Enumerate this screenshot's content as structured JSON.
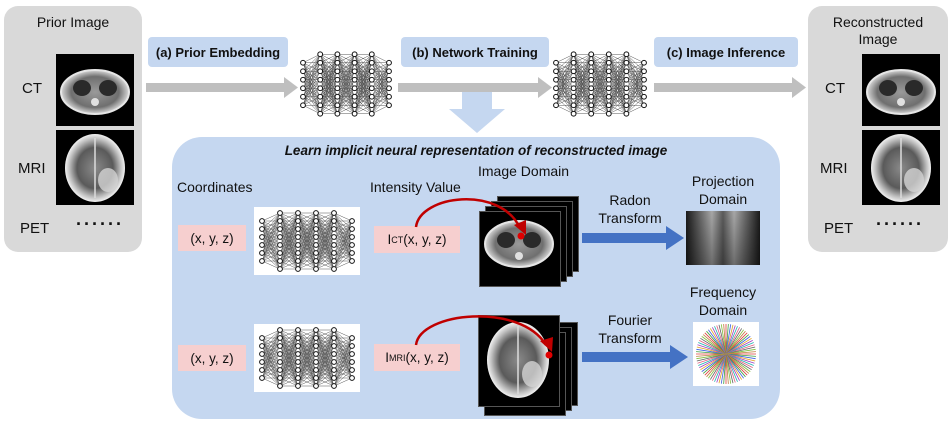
{
  "left_panel": {
    "title": "Prior Image",
    "modalities": [
      "CT",
      "MRI",
      "PET"
    ],
    "more": "······"
  },
  "right_panel": {
    "title_line1": "Reconstructed",
    "title_line2": "Image",
    "modalities": [
      "CT",
      "MRI",
      "PET"
    ],
    "more": "······"
  },
  "stages": {
    "a": "(a) Prior Embedding",
    "b": "(b) Network Training",
    "c": "(c) Image Inference"
  },
  "main_panel": {
    "title": "Learn implicit neural representation of  reconstructed image",
    "coordinates_label": "Coordinates",
    "intensity_label": "Intensity Value",
    "image_domain_label": "Image Domain",
    "row1": {
      "input": "(x, y, z)",
      "output_prefix": "I",
      "output_sub": "CT",
      "output_suffix": "(x, y, z)",
      "transform_line1": "Radon",
      "transform_line2": "Transform",
      "domain_line1": "Projection",
      "domain_line2": "Domain"
    },
    "row2": {
      "input": "(x, y, z)",
      "output_prefix": "I",
      "output_sub": "MRI",
      "output_suffix": "(x, y, z)",
      "transform_line1": "Fourier",
      "transform_line2": "Transform",
      "domain_line1": "Frequency",
      "domain_line2": "Domain"
    }
  },
  "colors": {
    "panel_gray": "#d9d9d9",
    "main_blue": "#c5d7f0",
    "pink": "#f6cfcf",
    "arrow_blue": "#4472c4",
    "curve_red": "#c00000",
    "flow_arrow": "#bfbfbf"
  }
}
